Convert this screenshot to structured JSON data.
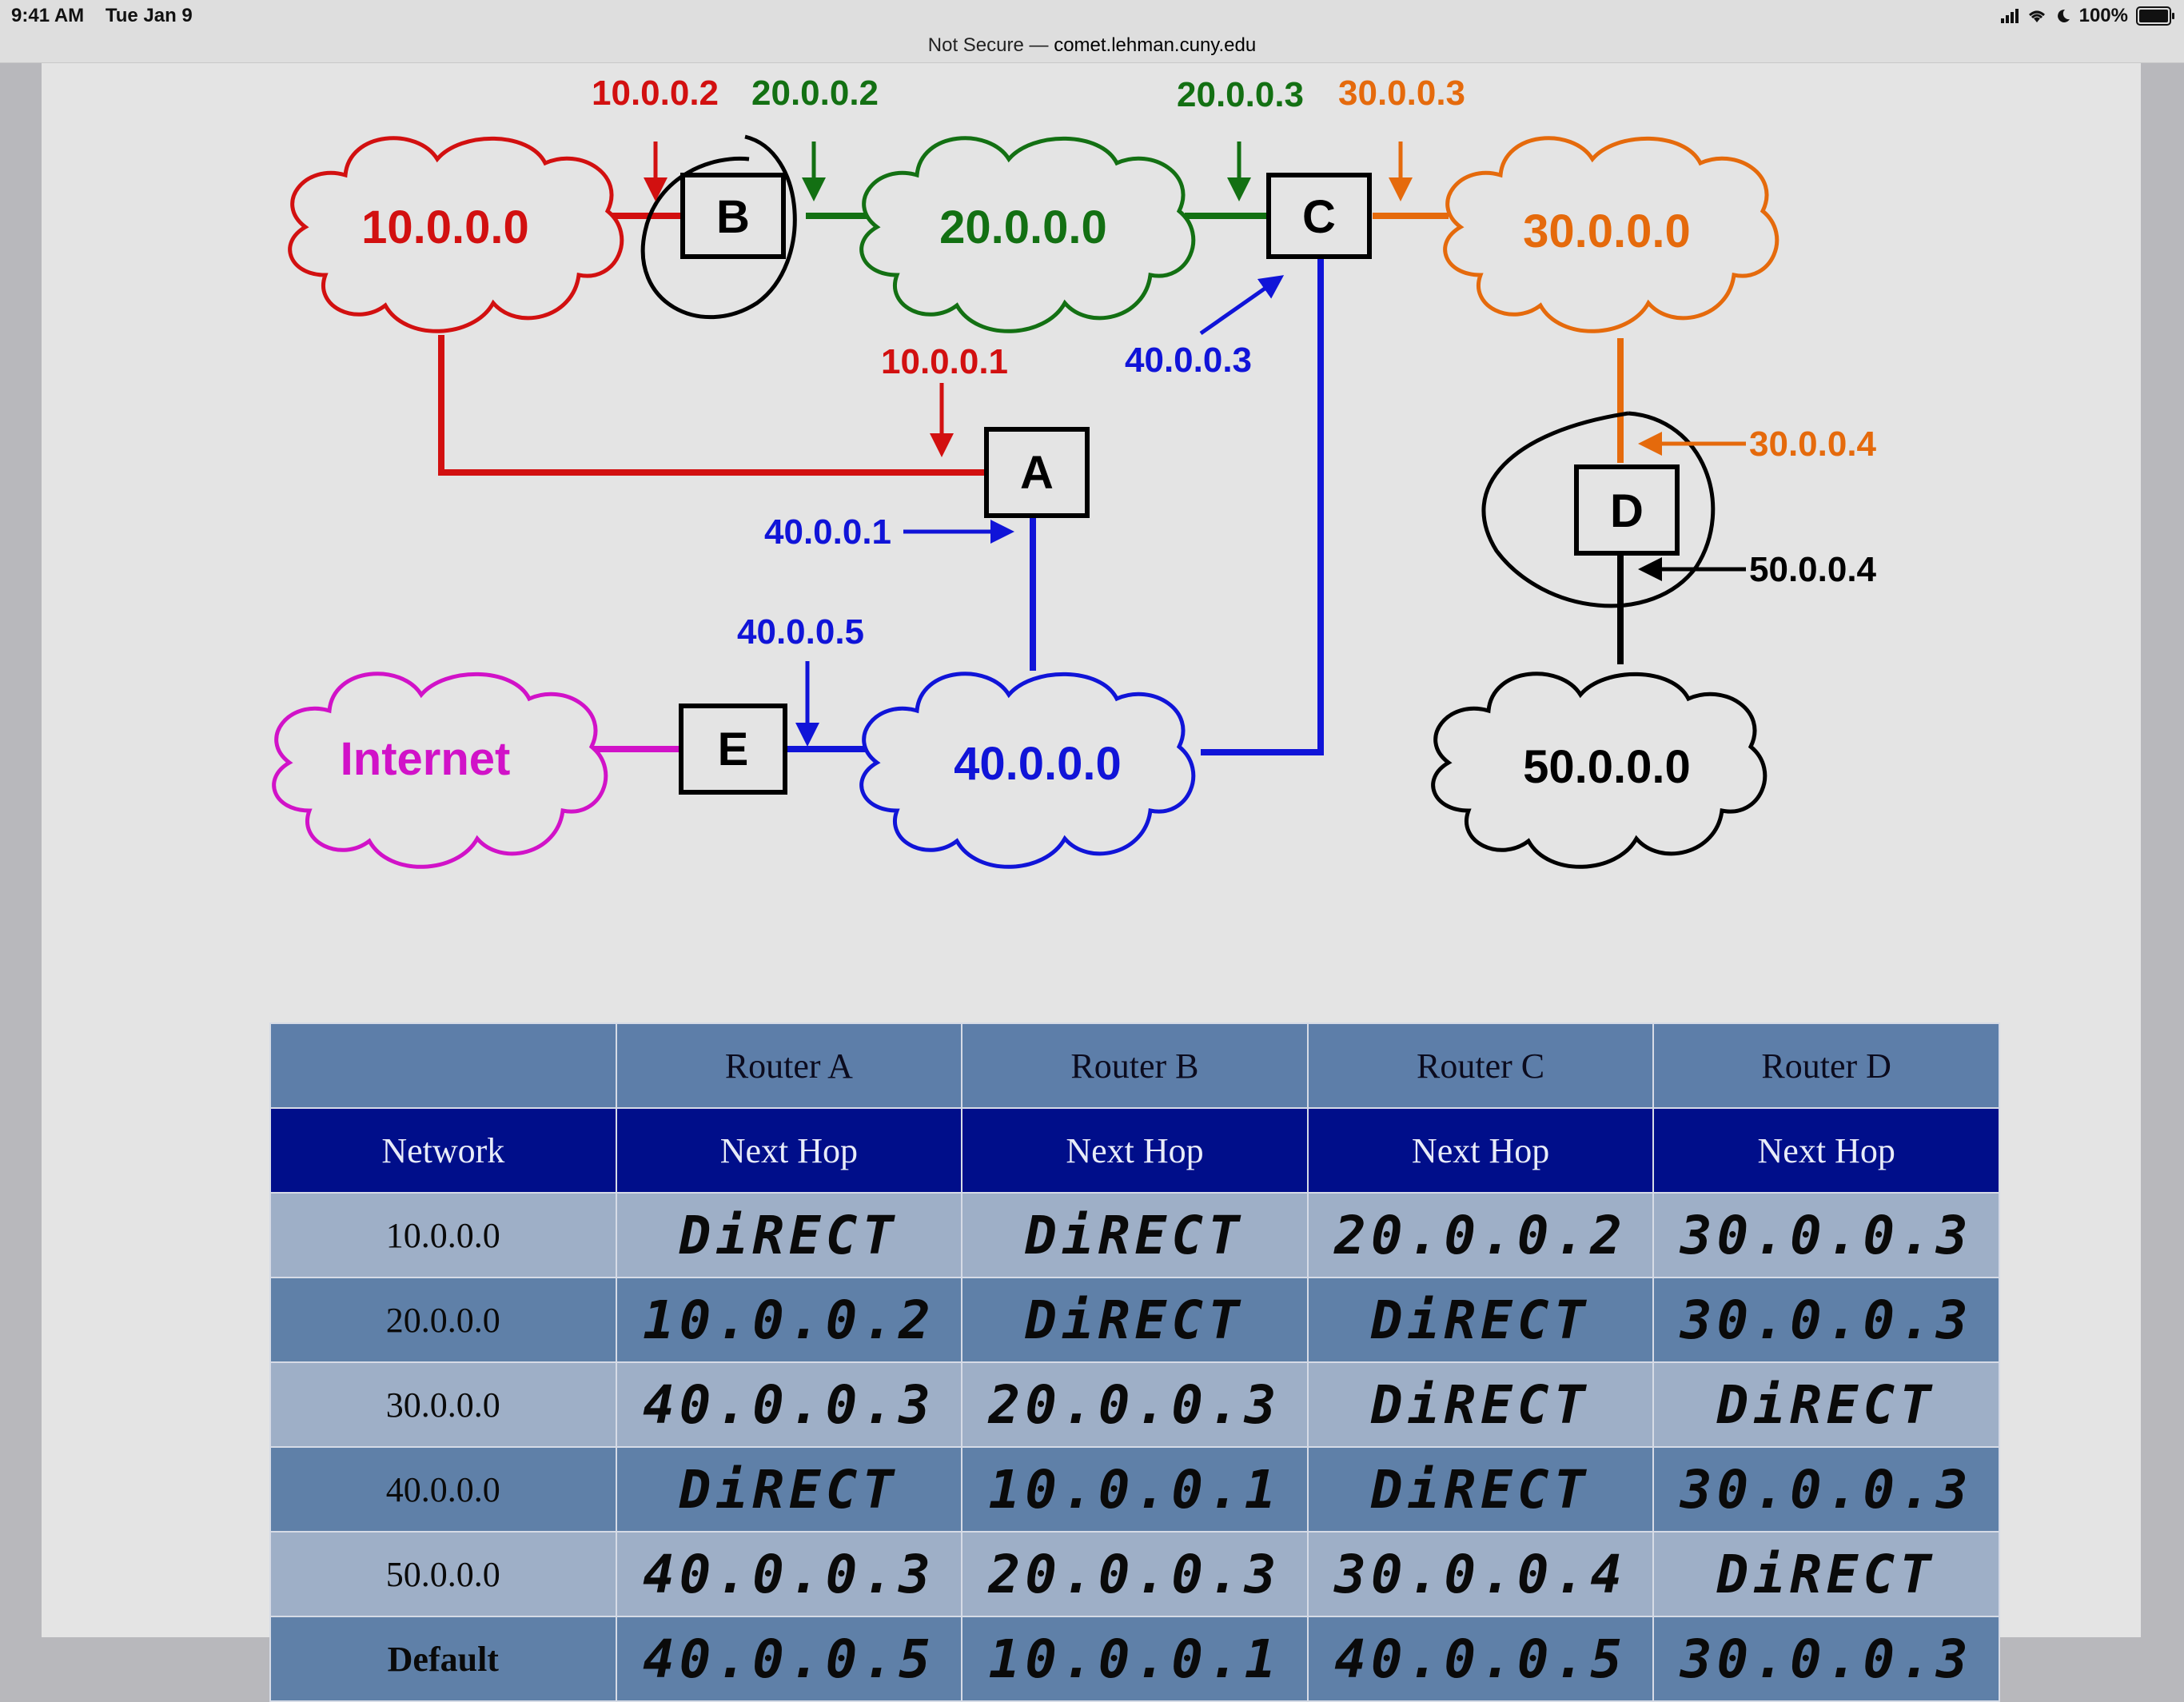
{
  "status_bar": {
    "time": "9:41 AM",
    "date": "Tue Jan 9",
    "battery": "100%"
  },
  "browser": {
    "security_label": "Not Secure",
    "separator": "—",
    "host": "comet.lehman.cuny.edu"
  },
  "colors": {
    "net10": "#d21010",
    "net20": "#137013",
    "net30": "#e56a0c",
    "net40": "#1014d8",
    "net50": "#000000",
    "internet": "#d112c8"
  },
  "diagram": {
    "networks": {
      "n10": "10.0.0.0",
      "n20": "20.0.0.0",
      "n30": "30.0.0.0",
      "n40": "40.0.0.0",
      "n50": "50.0.0.0",
      "internet": "Internet"
    },
    "routers": {
      "a": "A",
      "b": "B",
      "c": "C",
      "d": "D",
      "e": "E"
    },
    "addresses": {
      "b_10": "10.0.0.2",
      "b_20": "20.0.0.2",
      "c_20": "20.0.0.3",
      "c_30": "30.0.0.3",
      "c_40": "40.0.0.3",
      "a_10": "10.0.0.1",
      "a_40": "40.0.0.1",
      "d_30": "30.0.0.4",
      "d_50": "50.0.0.4",
      "e_40": "40.0.0.5"
    }
  },
  "table": {
    "routers": [
      "Router A",
      "Router B",
      "Router C",
      "Router D"
    ],
    "network_header": "Network",
    "next_hop_header": "Next Hop",
    "rows": [
      {
        "network": "10.0.0.0",
        "hops": [
          "DiRECT",
          "DiRECT",
          "20.0.0.2",
          "30.0.0.3"
        ]
      },
      {
        "network": "20.0.0.0",
        "hops": [
          "10.0.0.2",
          "DiRECT",
          "DiRECT",
          "30.0.0.3"
        ]
      },
      {
        "network": "30.0.0.0",
        "hops": [
          "40.0.0.3",
          "20.0.0.3",
          "DiRECT",
          "DiRECT"
        ]
      },
      {
        "network": "40.0.0.0",
        "hops": [
          "DiRECT",
          "10.0.0.1",
          "DiRECT",
          "30.0.0.3"
        ]
      },
      {
        "network": "50.0.0.0",
        "hops": [
          "40.0.0.3",
          "20.0.0.3",
          "30.0.0.4",
          "DiRECT"
        ]
      },
      {
        "network": "Default",
        "hops": [
          "40.0.0.5",
          "10.0.0.1",
          "40.0.0.5",
          "30.0.0.3"
        ]
      }
    ]
  }
}
